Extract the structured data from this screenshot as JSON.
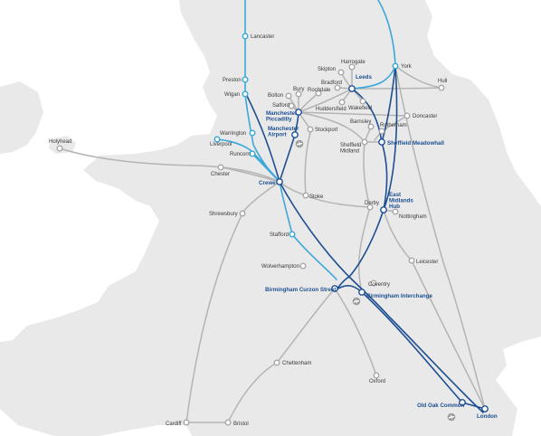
{
  "colors": {
    "land": "#e9e9ea",
    "sea": "#ffffff",
    "existing_line": "#b4b4b4",
    "hs2_line": "#1d4f91",
    "wcml_line": "#3aa8d8",
    "station_existing": "#a8a8a8",
    "station_hs2": "#1d4f91",
    "station_wcml": "#3aa8d8",
    "airport_badge": "#9a9a9a"
  },
  "stations": [
    {
      "id": "lancaster",
      "label": "Lancaster",
      "type": "wcml"
    },
    {
      "id": "preston",
      "label": "Preston",
      "type": "wcml"
    },
    {
      "id": "wigan",
      "label": "Wigan",
      "type": "wcml"
    },
    {
      "id": "warrington",
      "label": "Warrington",
      "type": "wcml"
    },
    {
      "id": "liverpool",
      "label": "Liverpool",
      "type": "wcml"
    },
    {
      "id": "runcorn",
      "label": "Runcorn",
      "type": "wcml"
    },
    {
      "id": "crewe",
      "label": "Crewe",
      "type": "hs2"
    },
    {
      "id": "stafford",
      "label": "Stafford",
      "type": "wcml"
    },
    {
      "id": "harrogate",
      "label": "Harrogate",
      "type": "existing"
    },
    {
      "id": "skipton",
      "label": "Skipton",
      "type": "existing"
    },
    {
      "id": "leeds",
      "label": "Leeds",
      "type": "hs2"
    },
    {
      "id": "york",
      "label": "York",
      "type": "wcml"
    },
    {
      "id": "hull",
      "label": "Hull",
      "type": "existing"
    },
    {
      "id": "bradford",
      "label": "Bradford",
      "type": "existing"
    },
    {
      "id": "bury",
      "label": "Bury",
      "type": "existing"
    },
    {
      "id": "rochdale",
      "label": "Rochdale",
      "type": "existing"
    },
    {
      "id": "bolton",
      "label": "Bolton",
      "type": "existing"
    },
    {
      "id": "salford",
      "label": "Salford",
      "type": "existing"
    },
    {
      "id": "huddersfield",
      "label": "Huddersfield",
      "type": "existing"
    },
    {
      "id": "wakefield",
      "label": "Wakefield",
      "type": "existing"
    },
    {
      "id": "manchester_piccadilly",
      "label": "Manchester\nPiccadilly",
      "type": "hs2"
    },
    {
      "id": "manchester_airport",
      "label": "Manchester\nAirport",
      "type": "hs2"
    },
    {
      "id": "stockport",
      "label": "Stockport",
      "type": "existing"
    },
    {
      "id": "barnsley",
      "label": "Barnsley",
      "type": "existing"
    },
    {
      "id": "rotherham",
      "label": "Rotherham",
      "type": "existing"
    },
    {
      "id": "doncaster",
      "label": "Doncaster",
      "type": "existing"
    },
    {
      "id": "sheffield_midland",
      "label": "Sheffield\nMidland",
      "type": "existing"
    },
    {
      "id": "sheffield_meadowhall",
      "label": "Sheffield Meadowhall",
      "type": "hs2"
    },
    {
      "id": "holyhead",
      "label": "Holyhead",
      "type": "existing"
    },
    {
      "id": "chester",
      "label": "Chester",
      "type": "existing"
    },
    {
      "id": "stoke",
      "label": "Stoke",
      "type": "existing"
    },
    {
      "id": "shrewsbury",
      "label": "Shrewsbury",
      "type": "existing"
    },
    {
      "id": "derby",
      "label": "Derby",
      "type": "existing"
    },
    {
      "id": "east_midlands_hub",
      "label": "East\nMidlands\nHub",
      "type": "hs2"
    },
    {
      "id": "nottingham",
      "label": "Nottingham",
      "type": "existing"
    },
    {
      "id": "leicester",
      "label": "Leicester",
      "type": "existing"
    },
    {
      "id": "wolverhampton",
      "label": "Wolverhampton",
      "type": "existing"
    },
    {
      "id": "coventry",
      "label": "Coventry",
      "type": "existing"
    },
    {
      "id": "birmingham_curzon_street",
      "label": "Birmingham Curzon Street",
      "type": "hs2"
    },
    {
      "id": "birmingham_interchange",
      "label": "Birmingham Interchange",
      "type": "hs2"
    },
    {
      "id": "cheltenham",
      "label": "Cheltenham",
      "type": "existing"
    },
    {
      "id": "oxford",
      "label": "Oxford",
      "type": "existing"
    },
    {
      "id": "old_oak_common",
      "label": "Old Oak Common",
      "type": "hs2"
    },
    {
      "id": "london",
      "label": "London",
      "type": "hs2"
    },
    {
      "id": "cardiff",
      "label": "Cardiff",
      "type": "existing"
    },
    {
      "id": "bristol",
      "label": "Bristol",
      "type": "existing"
    }
  ],
  "airports": [
    {
      "id": "manchester-airport"
    },
    {
      "id": "birmingham-airport"
    },
    {
      "id": "heathrow-airport"
    }
  ]
}
